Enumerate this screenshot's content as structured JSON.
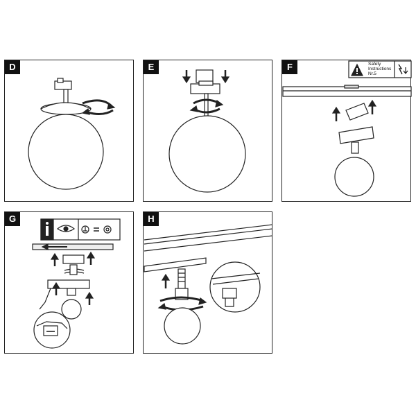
{
  "panels": [
    {
      "id": "D",
      "label": "D"
    },
    {
      "id": "E",
      "label": "E"
    },
    {
      "id": "F",
      "label": "F"
    },
    {
      "id": "G",
      "label": "G"
    },
    {
      "id": "H",
      "label": "H"
    }
  ],
  "safety": {
    "line1": "Safety",
    "line2": "Instructions",
    "line3": "Nr.5"
  },
  "colors": {
    "stroke": "#222222",
    "fill": "#ffffff",
    "tag_bg": "#111111"
  }
}
